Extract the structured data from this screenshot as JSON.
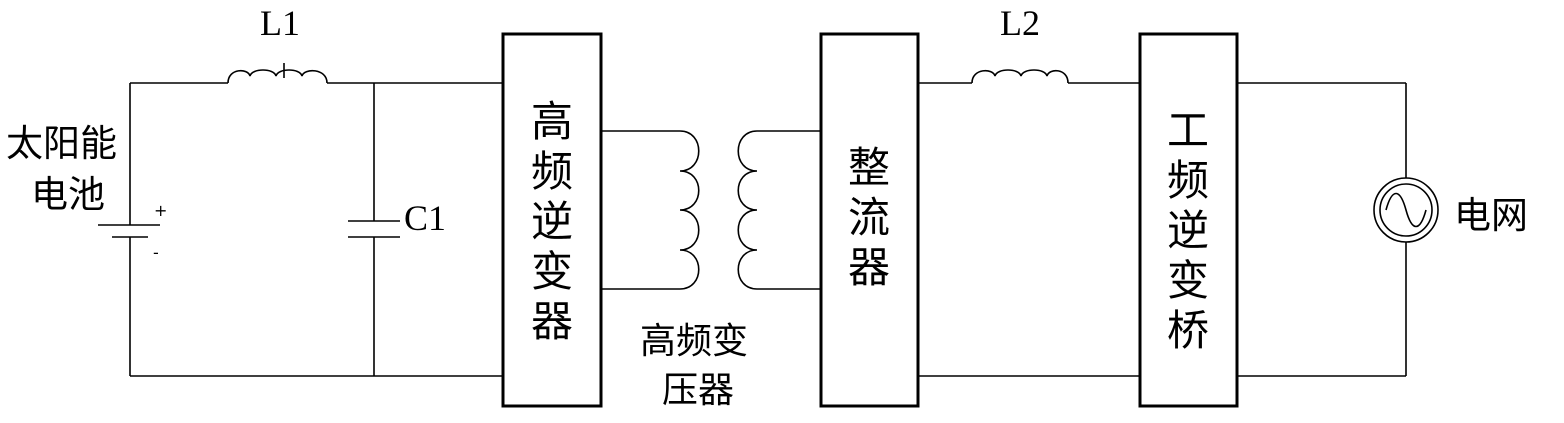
{
  "components": {
    "battery": {
      "line1": "太阳能",
      "line2": "电池",
      "plus": "+",
      "minus": "-"
    },
    "inductor1": {
      "label": "L1"
    },
    "capacitor1": {
      "label": "C1"
    },
    "hf_inverter": {
      "chars": [
        "高",
        "频",
        "逆",
        "变",
        "器"
      ]
    },
    "transformer": {
      "line1": "高频变",
      "line2": "压器"
    },
    "rectifier": {
      "chars": [
        "整",
        "流",
        "器"
      ]
    },
    "inductor2": {
      "label": "L2"
    },
    "lf_inverter": {
      "chars": [
        "工",
        "频",
        "逆",
        "变",
        "桥"
      ]
    },
    "grid": {
      "label": "电网"
    }
  }
}
